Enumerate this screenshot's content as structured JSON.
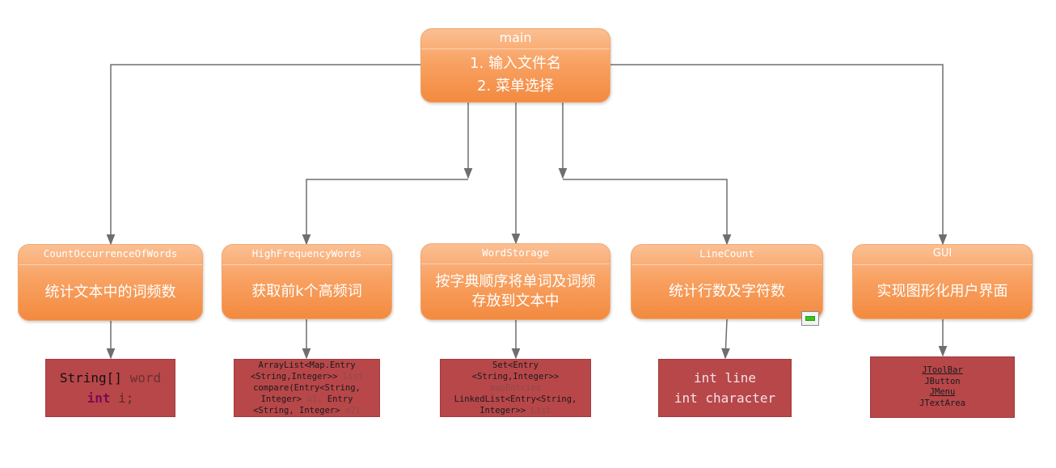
{
  "main": {
    "title": "main",
    "lines": [
      "1. 输入文件名",
      "2. 菜单选择"
    ]
  },
  "modules": [
    {
      "id": "count-occurrence-of-words",
      "title": "CountOccurrenceOfWords",
      "desc": [
        "统计文本中的词频数"
      ]
    },
    {
      "id": "high-frequency-words",
      "title": "HighFrequencyWords",
      "desc": [
        "获取前k个高频词"
      ]
    },
    {
      "id": "word-storage",
      "title": "WordStorage",
      "desc": [
        "按字典顺序将单词及词频",
        "存放到文本中"
      ]
    },
    {
      "id": "line-count",
      "title": "LineCount",
      "desc": [
        "统计行数及字符数"
      ]
    },
    {
      "id": "gui",
      "title": "GUI",
      "desc": [
        "实现图形化用户界面"
      ]
    }
  ],
  "fields": {
    "count": {
      "type1": "String[]",
      "name1": "word",
      "type2": "int",
      "name2": "i;"
    },
    "high": {
      "l1": "ArrayList<Map.Entry",
      "l2a": "<String,Integer>>",
      "l2b": "list",
      "l3": "compare(Entry<String,",
      "l4a": "Integer>",
      "l4b": "o1,",
      "l4c": "Entry",
      "l5a": "<String, Integer>",
      "l5b": "o2)"
    },
    "storage": {
      "l1": "Set<Entry",
      "l2": "<String,Integer>>",
      "l3": "mapEntries",
      "l4": "LinkedList<Entry<String,",
      "l5a": "Integer>>",
      "l5b": "List"
    },
    "line": {
      "l1": "int line",
      "l2": "int character"
    },
    "gui": {
      "l1": "JToolBar",
      "l2": "JButton",
      "l3": "JMenu",
      "l4": "JTextArea"
    }
  },
  "colors": {
    "node_fill": "#f8a263",
    "field_fill": "#b8474a",
    "connector": "#6e6e6e"
  }
}
